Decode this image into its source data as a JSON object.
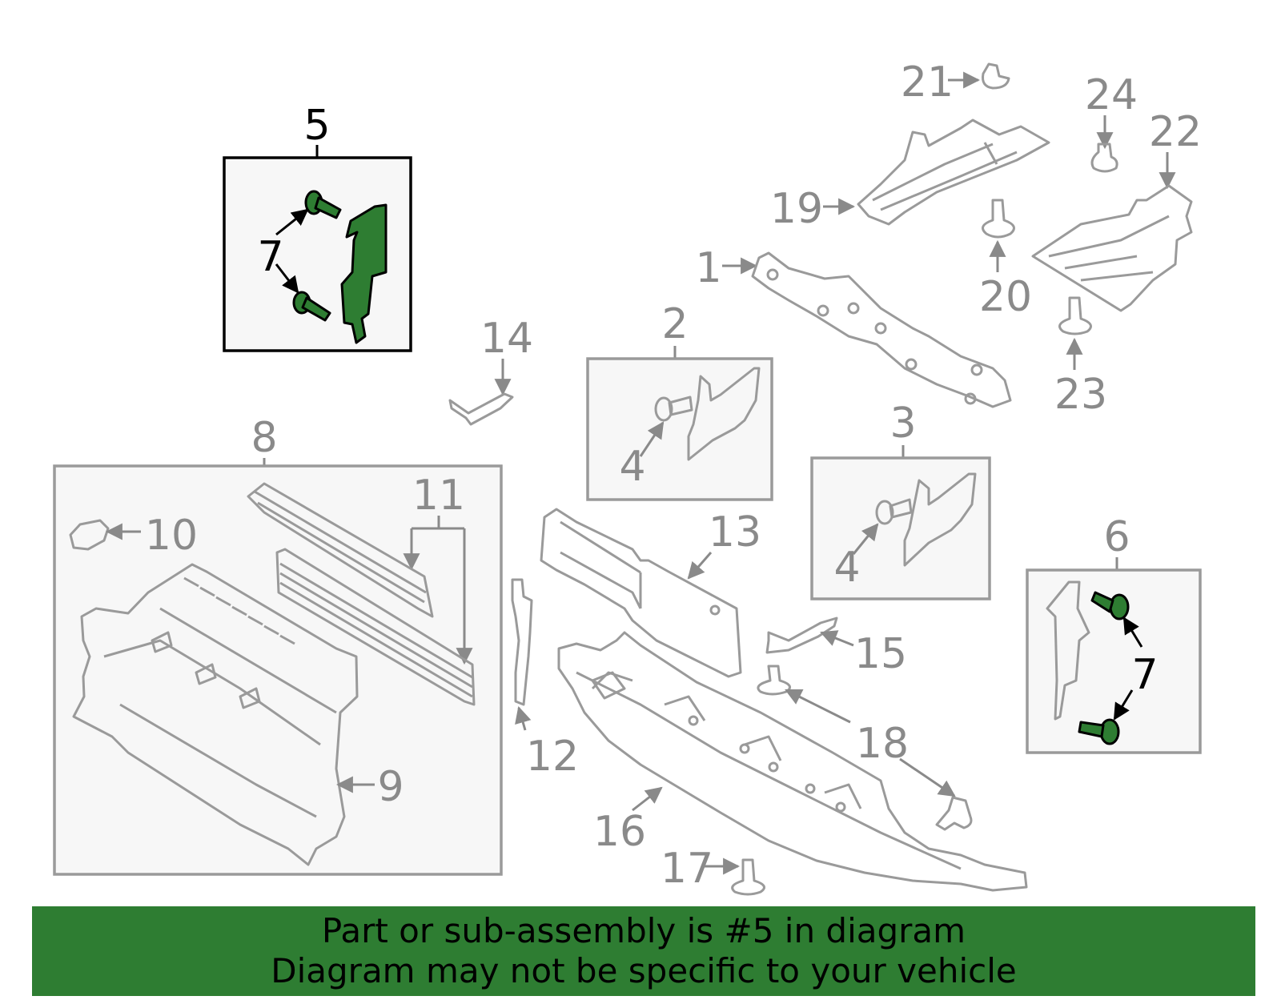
{
  "diagram": {
    "highlighted_part": "5",
    "colors": {
      "highlight": "#2e7d32",
      "parts": "#9a9a9a",
      "banner": "#2e7d32"
    },
    "labels": {
      "1": "1",
      "2": "2",
      "3": "3",
      "4": "4",
      "5": "5",
      "6": "6",
      "7": "7",
      "8": "8",
      "9": "9",
      "10": "10",
      "11": "11",
      "12": "12",
      "13": "13",
      "14": "14",
      "15": "15",
      "16": "16",
      "17": "17",
      "18": "18",
      "19": "19",
      "20": "20",
      "21": "21",
      "22": "22",
      "23": "23",
      "24": "24"
    }
  },
  "banner": {
    "line1": "Part or sub-assembly is #5 in diagram",
    "line2": "Diagram may not be specific to your vehicle"
  }
}
